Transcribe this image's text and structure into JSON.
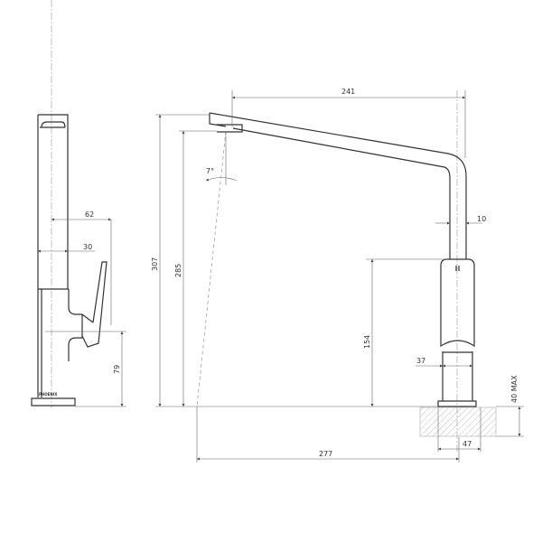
{
  "drawing": {
    "brand_logo": "PHOENIX",
    "dimensions": {
      "spout_reach": "241",
      "spout_width": "10",
      "overall_height": "307",
      "outlet_height": "285",
      "spout_angle": "7°",
      "body_height": "154",
      "body_diameter": "37",
      "bench_thickness": "40 MAX",
      "hole_diameter": "47",
      "outlet_projection": "277",
      "handle_projection": "62",
      "column_depth": "30",
      "handle_height": "79"
    }
  }
}
